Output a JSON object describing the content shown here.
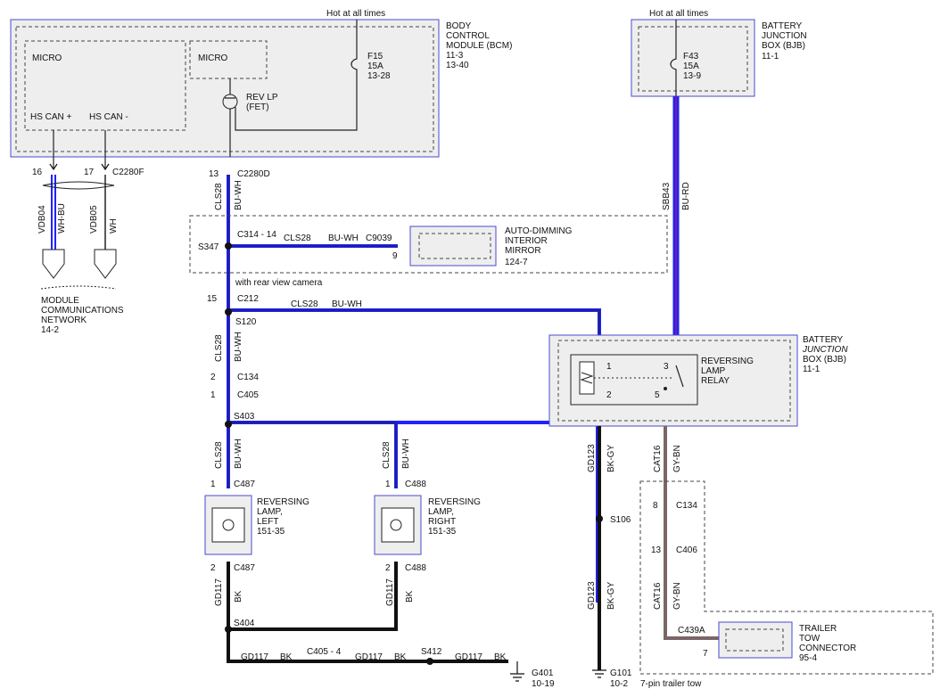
{
  "bcm": {
    "title_lines": [
      "BODY",
      "CONTROL",
      "MODULE (BCM)",
      "11-3",
      "13-40"
    ],
    "micro_left": "MICRO",
    "micro_right": "MICRO",
    "hs_can_plus": "HS CAN +",
    "hs_can_minus": "HS CAN -",
    "fuse": [
      "F15",
      "15A",
      "13-28"
    ],
    "rev_lp": [
      "REV LP",
      "(FET)"
    ],
    "hot_label": "Hot at all times"
  },
  "bjb_top": {
    "title_lines": [
      "BATTERY",
      "JUNCTION",
      "BOX (BJB)",
      "11-1"
    ],
    "fuse": [
      "F43",
      "15A",
      "13-9"
    ],
    "hot_label": "Hot at all times"
  },
  "can_wires": {
    "pin_left": "16",
    "pin_right": "17",
    "connector": "C2280F",
    "left_circuit": "VDB04",
    "left_color": "WH-BU",
    "right_circuit": "VDB05",
    "right_color": "WH",
    "network_lines": [
      "MODULE",
      "COMMUNICATIONS",
      "NETWORK",
      "14-2"
    ]
  },
  "rev_circuit": {
    "pin13": "13",
    "c2280d": "C2280D",
    "circuit": "CLS28",
    "color": "BU-WH",
    "s347": "S347",
    "c314": "C314 - 14",
    "mirror_circuit": "CLS28",
    "mirror_color": "BU-WH",
    "c9039": "C9039",
    "pin9": "9",
    "mirror_lines": [
      "AUTO-DIMMING",
      "INTERIOR",
      "MIRROR",
      "124-7"
    ],
    "camera_note": "with rear view camera",
    "pin15": "15",
    "c212": "C212",
    "s120": "S120",
    "relay_feed_circuit": "CLS28",
    "relay_feed_color": "BU-WH",
    "pin2": "2",
    "c134": "C134",
    "pin1": "1",
    "c405": "C405",
    "s403": "S403"
  },
  "sbb43": {
    "circuit": "SBB43",
    "color": "BU-RD"
  },
  "bjb_relay": {
    "title_lines": [
      "BATTERY",
      "JUNCTION",
      "BOX (BJB)",
      "11-1"
    ],
    "relay_lines": [
      "REVERSING",
      "LAMP",
      "RELAY"
    ],
    "pins": {
      "p1": "1",
      "p2": "2",
      "p3": "3",
      "p5": "5"
    }
  },
  "lamps": {
    "left": {
      "pin_top": "1",
      "conn_top": "C487",
      "circuit": "CLS28",
      "color": "BU-WH",
      "lines": [
        "REVERSING",
        "LAMP,",
        "LEFT",
        "151-35"
      ],
      "pin_bot": "2",
      "conn_bot": "C487",
      "gnd_circuit": "GD117",
      "gnd_color": "BK"
    },
    "right": {
      "pin_top": "1",
      "conn_top": "C488",
      "circuit": "CLS28",
      "color": "BU-WH",
      "lines": [
        "REVERSING",
        "LAMP,",
        "RIGHT",
        "151-35"
      ],
      "pin_bot": "2",
      "conn_bot": "C488",
      "gnd_circuit": "GD117",
      "gnd_color": "BK"
    }
  },
  "ground": {
    "s404": "S404",
    "seg1_circuit": "GD117",
    "seg1_color": "BK",
    "c405_4": "C405 - 4",
    "seg2_circuit": "GD117",
    "seg2_color": "BK",
    "s412": "S412",
    "seg3_circuit": "GD117",
    "seg3_color": "BK",
    "g401": "G401",
    "g401_ref": "10-19",
    "gd123_circuit": "GD123",
    "gd123_color": "BK-GY",
    "s106": "S106",
    "gd123b_circuit": "GD123",
    "gd123b_color": "BK-GY",
    "g101": "G101",
    "g101_ref": "10-2"
  },
  "trailer": {
    "cat16_circuit": "CAT16",
    "cat16_color": "GY-BN",
    "pin8": "8",
    "c134": "C134",
    "pin13": "13",
    "c406": "C406",
    "cat16b_circuit": "CAT16",
    "cat16b_color": "GY-BN",
    "c439a": "C439A",
    "pin7": "7",
    "connector_lines": [
      "TRAILER",
      "TOW",
      "CONNECTOR",
      "95-4"
    ],
    "option_note": "7-pin trailer tow"
  },
  "colors": {
    "wire_blue": "#1e22ff",
    "box_fill": "#eeeeee",
    "box_border": "#4a4ad0"
  }
}
